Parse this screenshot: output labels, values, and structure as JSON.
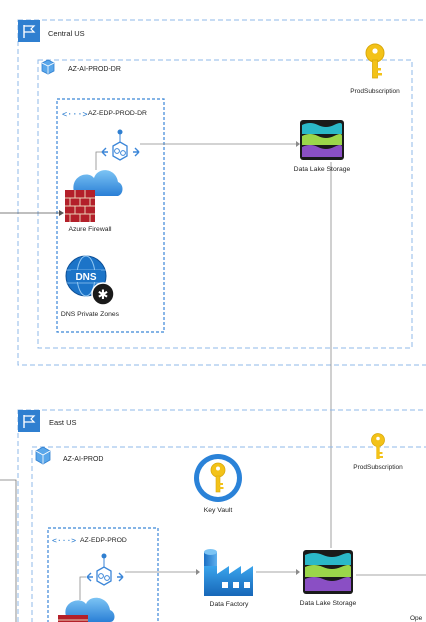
{
  "regions": [
    {
      "name": "Central US"
    },
    {
      "name": "East US"
    }
  ],
  "subscriptions": {
    "dr": {
      "name": "AZ-AI-PROD-DR",
      "key_label": "ProdSubscription"
    },
    "prod": {
      "name": "AZ-AI-PROD",
      "key_label": "ProdSubscription"
    }
  },
  "vnets": {
    "dr": {
      "name": "AZ-EDP-PROD-DR"
    },
    "prod": {
      "name": "AZ-EDP-PROD"
    }
  },
  "resources": {
    "dr_firewall": "Azure Firewall",
    "dr_dns": "DNS Private Zones",
    "dr_datalake": "Data Lake Storage",
    "key_vault": "Key Vault",
    "data_factory": "Data Factory",
    "prod_datalake": "Data Lake Storage",
    "partial_label": "Ope"
  },
  "icons": {
    "dns_text": "DNS"
  },
  "colors": {
    "region_border": "#4a8fd6",
    "region_dash": "#8fb8e8",
    "key_gold": "#f3c218",
    "azure_blue": "#3b8fe0",
    "firewall_red": "#b3202a",
    "lake_teal": "#2bb8c8",
    "lake_lime": "#9bd64a",
    "lake_purple": "#8a4fc4"
  }
}
